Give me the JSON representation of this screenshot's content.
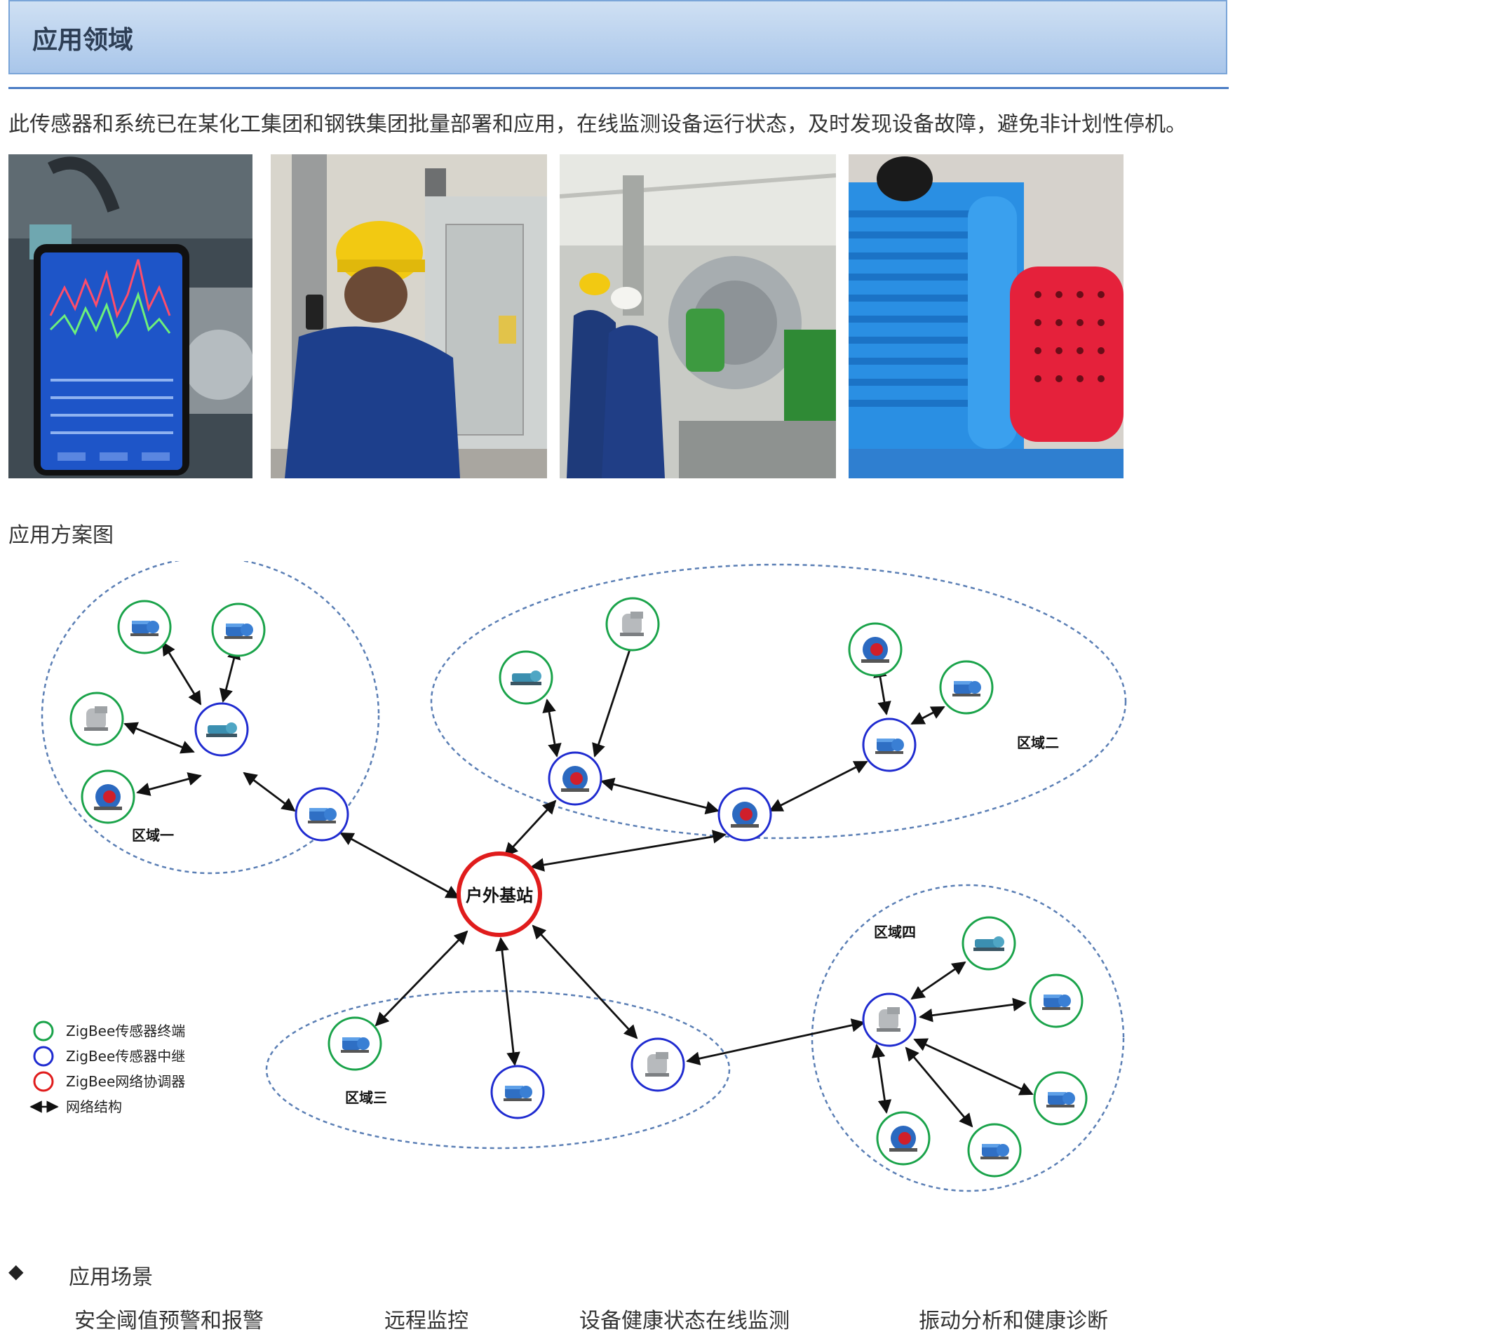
{
  "header": {
    "title": "应用领域"
  },
  "intro": "此传感器和系统已在某化工集团和钢铁集团批量部署和应用，在线监测设备运行状态，及时发现设备故障，避免非计划性停机。",
  "photos": [
    {
      "name": "phone-app-photo",
      "icon": "phone-monitoring-photo"
    },
    {
      "name": "worker-cabinet-photo",
      "icon": "worker-photo"
    },
    {
      "name": "plant-workers-photo",
      "icon": "plant-photo"
    },
    {
      "name": "motor-closeup-photo",
      "icon": "motor-photo"
    }
  ],
  "scheme_label": "应用方案图",
  "diagram": {
    "center_label": "户外基站",
    "zones": [
      "区域一",
      "区域二",
      "区域三",
      "区域四"
    ],
    "legend": [
      "ZigBee传感器终端",
      "ZigBee传感器中继",
      "ZigBee网络协调器",
      "网络结构"
    ],
    "colors": {
      "terminal": "#1aa34a",
      "relay": "#1f2bd0",
      "coordinator": "#e01c1c",
      "zone_border": "#5b7fb5"
    }
  },
  "scenes": {
    "bullet_icon": "◆",
    "title": "应用场景",
    "items": [
      "安全阈值预警和报警",
      "远程监控",
      "设备健康状态在线监测",
      "振动分析和健康诊断"
    ]
  }
}
